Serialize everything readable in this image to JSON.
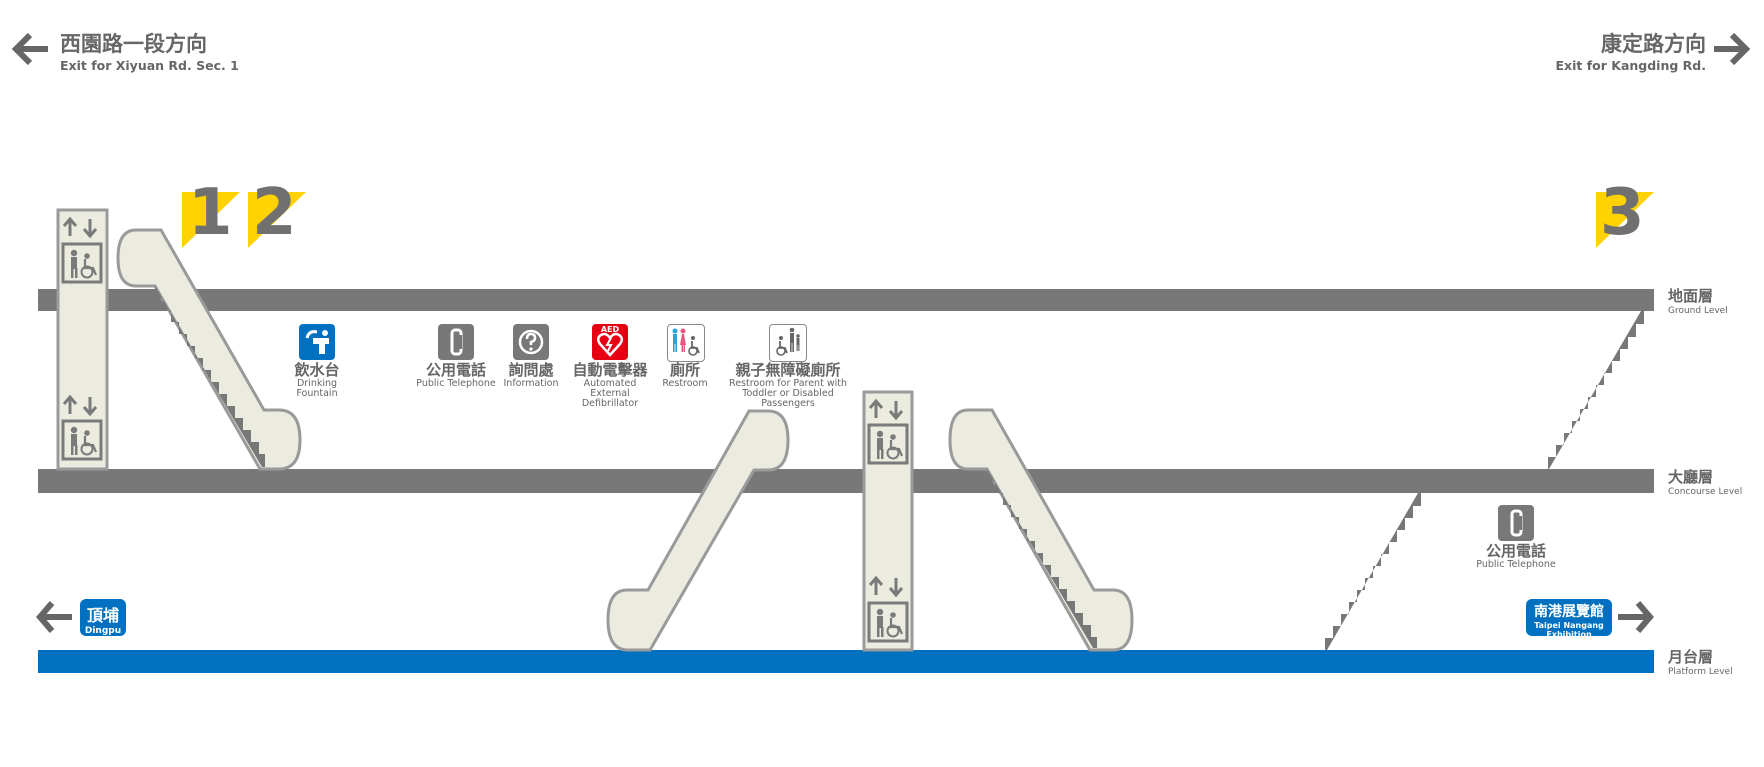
{
  "header": {
    "left_exit": {
      "zh": "西園路一段方向",
      "en": "Exit for Xiyuan Rd. Sec. 1"
    },
    "right_exit": {
      "zh": "康定路方向",
      "en": "Exit for Kangding Rd."
    }
  },
  "exits": [
    "1",
    "2",
    "3"
  ],
  "levels": {
    "ground": {
      "zh": "地面層",
      "en": "Ground Level"
    },
    "concourse": {
      "zh": "大廳層",
      "en": "Concourse Level"
    },
    "platform": {
      "zh": "月台層",
      "en": "Platform Level"
    }
  },
  "facilities": {
    "drinking": {
      "zh": "飲水台",
      "en": "Drinking Fountain",
      "icon": "drinking-fountain-icon"
    },
    "telephone": {
      "zh": "公用電話",
      "en": "Public Telephone",
      "icon": "telephone-icon"
    },
    "information": {
      "zh": "詢問處",
      "en": "Information",
      "icon": "question-icon"
    },
    "aed": {
      "zh": "自動電擊器",
      "en": "Automated External Defibrillator",
      "icon": "aed-icon",
      "icon_text": "AED"
    },
    "restroom": {
      "zh": "廁所",
      "en": "Restroom",
      "icon": "restroom-icon"
    },
    "family_restroom": {
      "zh": "親子無障礙廁所",
      "en": "Restroom for Parent with Toddler or Disabled Passengers",
      "icon": "family-restroom-icon"
    },
    "telephone_concourse": {
      "zh": "公用電話",
      "en": "Public Telephone",
      "icon": "telephone-icon"
    }
  },
  "platform_dirs": {
    "left": {
      "zh": "頂埔",
      "en": "Dingpu"
    },
    "right": {
      "zh": "南港展覽館",
      "en": "Taipei Nangang Exhibition Center"
    }
  },
  "colors": {
    "floor": "#787878",
    "platform": "#0070c0",
    "exit_flag": "#ffd200",
    "escalator_fill": "#ecebdf",
    "escalator_stroke": "#9a9a9a",
    "aed_red": "#e60012",
    "info_blue": "#0070c0"
  }
}
